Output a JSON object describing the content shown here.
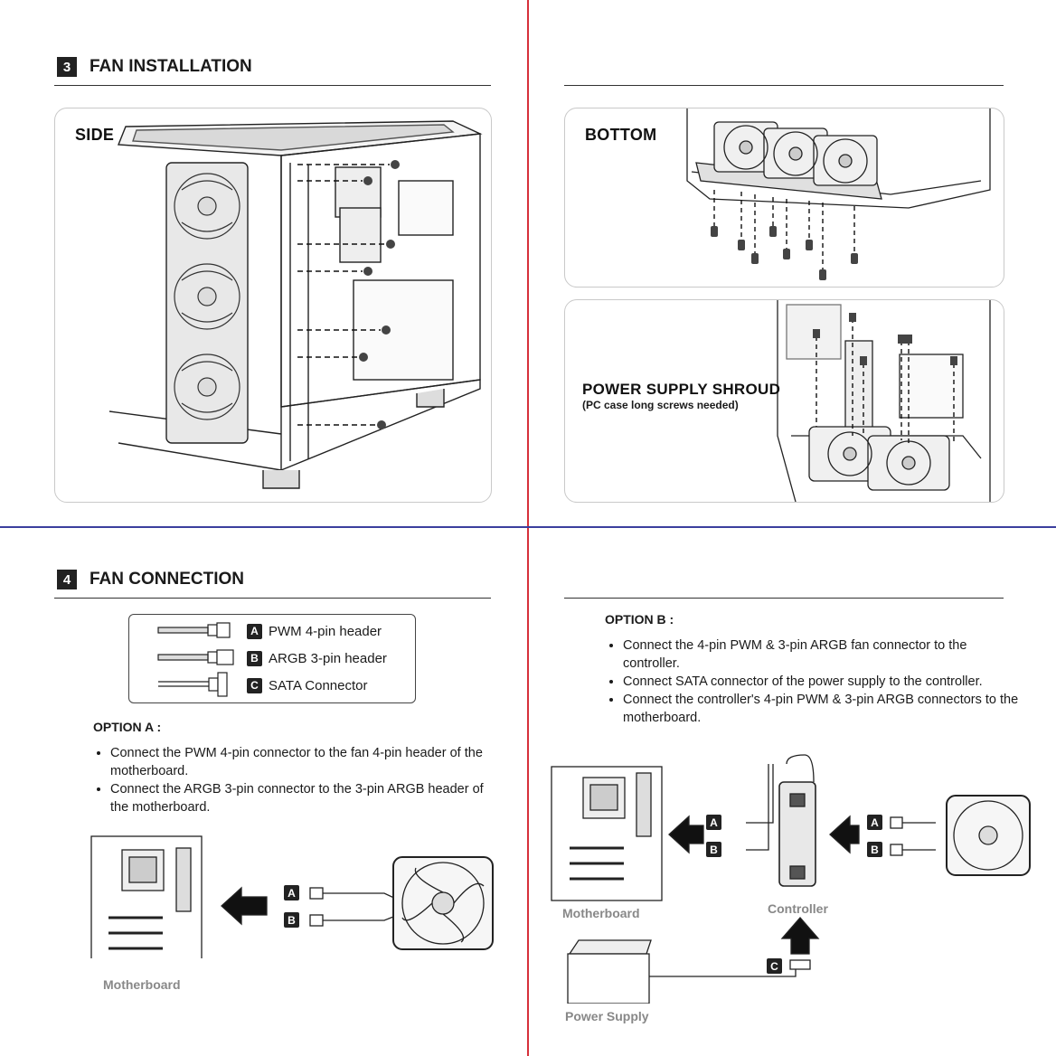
{
  "section3": {
    "number": "3",
    "title": "FAN INSTALLATION"
  },
  "section4": {
    "number": "4",
    "title": "FAN CONNECTION"
  },
  "panels": {
    "side": "SIDE",
    "bottom": "BOTTOM",
    "psu_shroud": "POWER SUPPLY SHROUD",
    "psu_shroud_note": "(PC case long screws needed)"
  },
  "legend": [
    {
      "badge": "A",
      "label": "PWM 4-pin header"
    },
    {
      "badge": "B",
      "label": "ARGB 3-pin header"
    },
    {
      "badge": "C",
      "label": "SATA Connector"
    }
  ],
  "option_a": {
    "title": "OPTION A :",
    "bullets": [
      "Connect the PWM 4-pin connector to the fan 4-pin header of the motherboard.",
      "Connect the ARGB 3-pin connector to the 3-pin ARGB header of the motherboard."
    ],
    "motherboard_caption": "Motherboard"
  },
  "option_b": {
    "title": "OPTION B :",
    "bullets": [
      "Connect the 4-pin PWM & 3-pin ARGB fan connector to the controller.",
      "Connect SATA connector of the power supply to the controller.",
      "Connect the controller's 4-pin PWM & 3-pin ARGB connectors to the motherboard."
    ],
    "motherboard_caption": "Motherboard",
    "controller_caption": "Controller",
    "psu_caption": "Power Supply"
  },
  "badges": {
    "a": "A",
    "b": "B",
    "c": "C"
  },
  "colors": {
    "accent_red": "#d6303a",
    "accent_blue": "#3b3f9e",
    "ink": "#1a1a1a",
    "caption_gray": "#888888"
  }
}
